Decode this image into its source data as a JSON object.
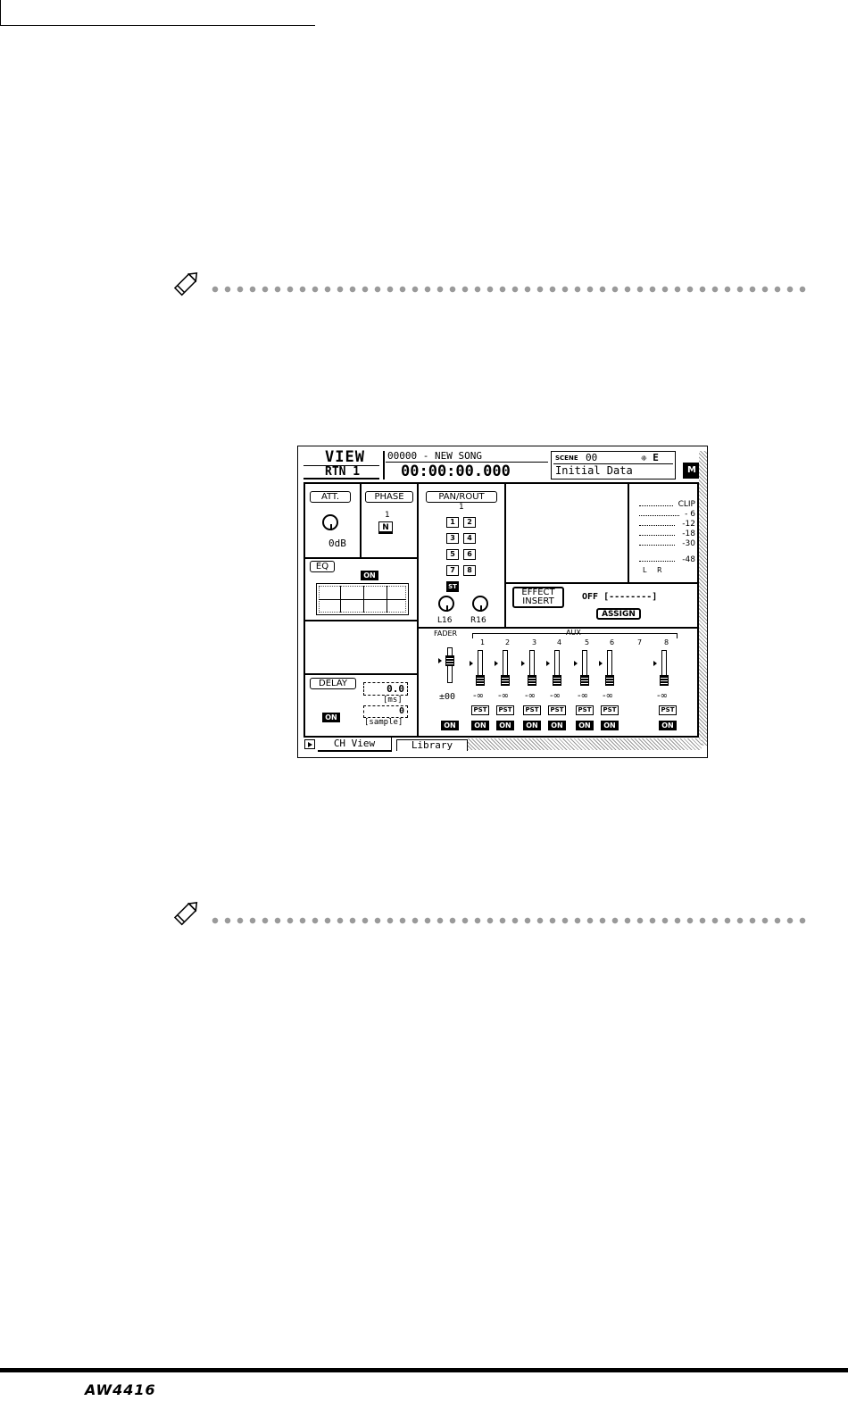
{
  "screen": {
    "view_title": "VIEW",
    "channel": "RTN 1",
    "song": "00000 - NEW SONG",
    "timecode": "00:00:00.000",
    "scene_label": "SCENE",
    "scene_number": "00",
    "scene_flags": "❈ E",
    "scene_name": "Initial Data",
    "m_button": "M",
    "att": {
      "label": "ATT.",
      "value": "0dB"
    },
    "phase": {
      "label": "PHASE",
      "channel": "1",
      "value": "N"
    },
    "eq": {
      "label": "EQ",
      "on": "ON"
    },
    "delay": {
      "label": "DELAY",
      "ms_value": "0.0",
      "ms_unit": "[ms]",
      "sample_value": "0",
      "sample_unit": "[sample]",
      "on": "ON"
    },
    "pan_rout": {
      "label": "PAN/ROUT",
      "channel": "1",
      "buses": [
        "1",
        "2",
        "3",
        "4",
        "5",
        "6",
        "7",
        "8"
      ],
      "st": "ST",
      "pan_l": "L16",
      "pan_r": "R16"
    },
    "meter": {
      "labels": [
        "CLIP",
        "- 6",
        "-12",
        "-18",
        "-30",
        "-48"
      ],
      "l": "L",
      "r": "R"
    },
    "effect": {
      "label_line1": "EFFECT",
      "label_line2": "INSERT",
      "status": "OFF [--------]",
      "assign": "ASSIGN"
    },
    "fader": {
      "label": "FADER",
      "value": "±00",
      "on": "ON"
    },
    "aux": {
      "label": "AUX",
      "channels": [
        {
          "num": "1",
          "value": "-∞",
          "pst": "PST",
          "on": "ON"
        },
        {
          "num": "2",
          "value": "-∞",
          "pst": "PST",
          "on": "ON"
        },
        {
          "num": "3",
          "value": "-∞",
          "pst": "PST",
          "on": "ON"
        },
        {
          "num": "4",
          "value": "-∞",
          "pst": "PST",
          "on": "ON"
        },
        {
          "num": "5",
          "value": "-∞",
          "pst": "PST",
          "on": "ON"
        },
        {
          "num": "6",
          "value": "-∞",
          "pst": "PST",
          "on": "ON"
        },
        {
          "num": "7",
          "value": "",
          "pst": "",
          "on": ""
        },
        {
          "num": "8",
          "value": "-∞",
          "pst": "PST",
          "on": "ON"
        }
      ]
    },
    "tabs": [
      "CH View",
      "Library"
    ]
  },
  "footer": {
    "brand": "AW4416"
  },
  "icons": {
    "note": "pencil-icon"
  }
}
